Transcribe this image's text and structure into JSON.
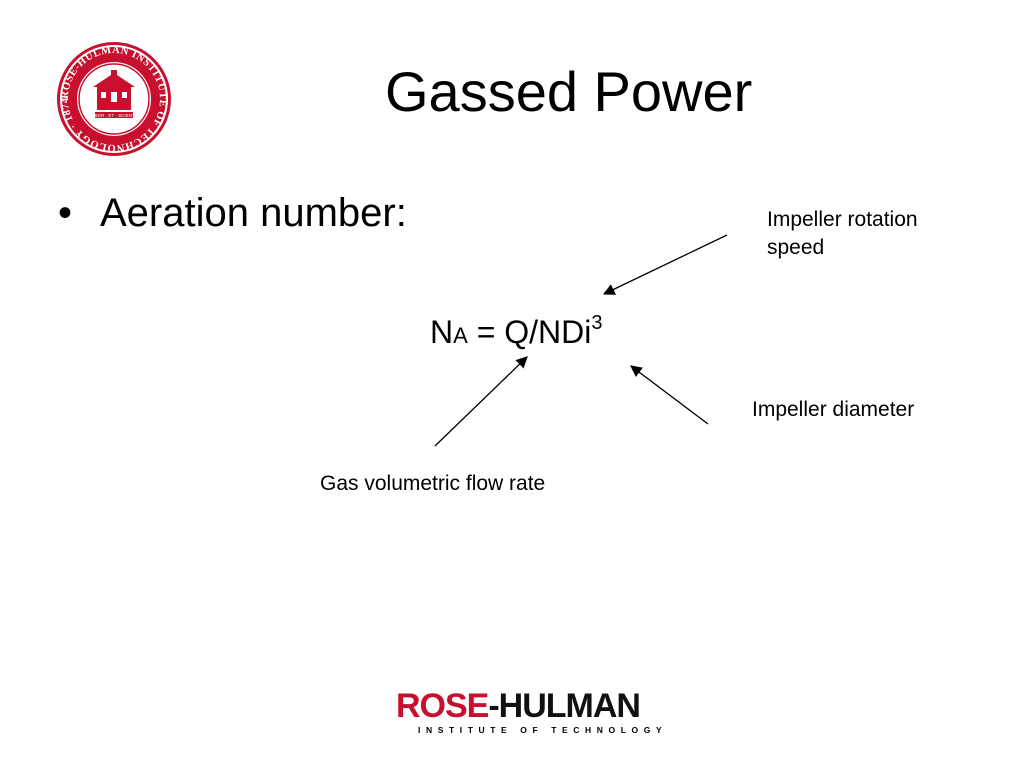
{
  "slide": {
    "title": "Gassed Power",
    "bullet_symbol": "•",
    "bullet_text": "Aeration number:"
  },
  "formula": {
    "main": "N",
    "subscript": "A",
    "rhs": " = Q/NDi",
    "superscript": "3"
  },
  "annotations": {
    "speed_line1": "Impeller rotation",
    "speed_line2": "speed",
    "diameter": "Impeller diameter",
    "flow": "Gas volumetric flow rate"
  },
  "logo": {
    "rose": "ROSE",
    "hulman": "-HULMAN",
    "subtitle": "INSTITUTE OF TECHNOLOGY"
  },
  "seal": {
    "text": "ROSE-HULMAN INSTITUTE OF TECHNOLOGY · 1874 ·",
    "motto": "LABOR · ET · SCIENTIA"
  },
  "colors": {
    "brand_red": "#c8102e",
    "text": "#000000",
    "background": "#ffffff"
  }
}
